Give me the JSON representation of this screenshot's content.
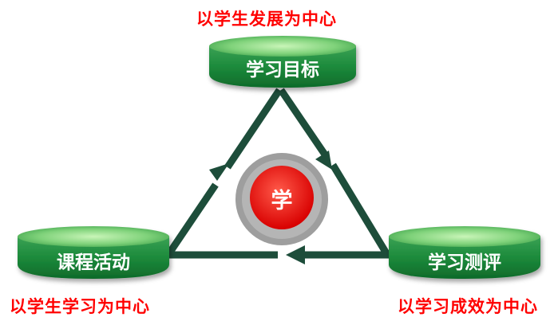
{
  "center": {
    "label": "学"
  },
  "nodes": {
    "top": {
      "label": "学习目标",
      "caption": "以学生发展为中心"
    },
    "left": {
      "label": "课程活动",
      "caption": "以学生学习为中心"
    },
    "right": {
      "label": "学习测评",
      "caption": "以学习成效为中心"
    }
  },
  "colors": {
    "caption": "#ff0000",
    "node_fill": "#1e8a3e",
    "node_top": "#7ed77f",
    "arrow": "#1d4d3a",
    "center_ring": "#9e9e9e",
    "center_fill": "#ee1111"
  }
}
